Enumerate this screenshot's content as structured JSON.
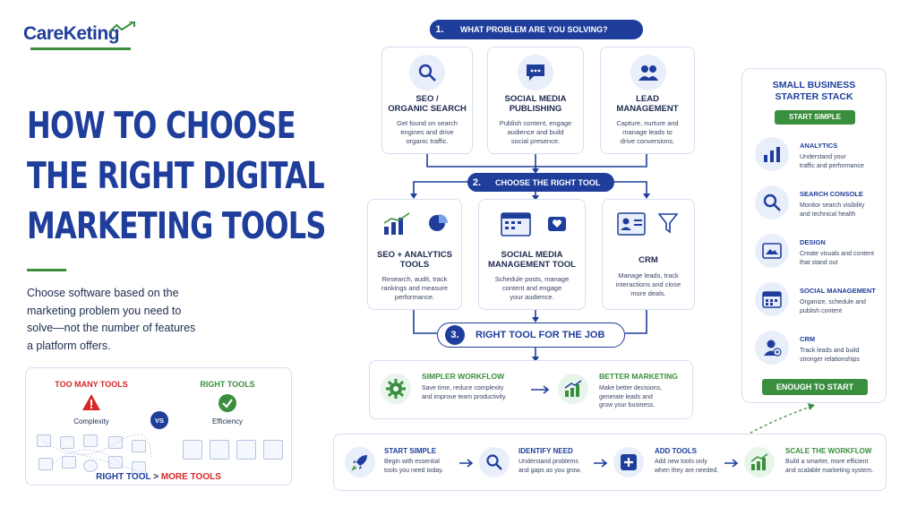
{
  "brand": {
    "name": "CareKeting"
  },
  "headline": {
    "lines": [
      "HOW TO CHOOSE",
      "THE RIGHT DIGITAL",
      "MARKETING TOOLS"
    ],
    "subtext_lines": [
      "Choose software based on the",
      "marketing problem you need to",
      "solve—not the number of features",
      "a platform offers."
    ]
  },
  "comparison": {
    "left_title": "TOO MANY TOOLS",
    "left_label": "Complexity",
    "vs": "VS",
    "right_title": "RIGHT TOOLS",
    "right_label": "Efficiency",
    "footer_left": "RIGHT TOOL",
    "footer_op": ">",
    "footer_right": "MORE TOOLS"
  },
  "step1": {
    "number": "1.",
    "label": "WHAT PROBLEM ARE YOU SOLVING?",
    "cards": [
      {
        "title_lines": [
          "SEO /",
          "ORGANIC SEARCH"
        ],
        "desc_lines": [
          "Get found on search",
          "engines and drive",
          "organic traffic."
        ],
        "icon": "search-icon"
      },
      {
        "title_lines": [
          "SOCIAL MEDIA",
          "PUBLISHING"
        ],
        "desc_lines": [
          "Publish content, engage",
          "audience and build",
          "social presence."
        ],
        "icon": "chat-bubble-icon"
      },
      {
        "title_lines": [
          "LEAD",
          "MANAGEMENT"
        ],
        "desc_lines": [
          "Capture, nurture and",
          "manage leads to",
          "drive conversions."
        ],
        "icon": "users-icon"
      }
    ]
  },
  "step2": {
    "number": "2.",
    "label": "CHOOSE THE RIGHT TOOL",
    "cards": [
      {
        "title_lines": [
          "SEO + ANALYTICS",
          "TOOLS"
        ],
        "desc_lines": [
          "Research, audit, track",
          "rankings and measure",
          "performance."
        ]
      },
      {
        "title_lines": [
          "SOCIAL MEDIA",
          "MANAGEMENT TOOL"
        ],
        "desc_lines": [
          "Schedule posts, manage",
          "content and engage",
          "your audience."
        ]
      },
      {
        "title_lines": [
          "CRM"
        ],
        "desc_lines": [
          "Manage leads, track",
          "interactions and close",
          "more deals."
        ]
      }
    ]
  },
  "step3": {
    "number": "3.",
    "label": "RIGHT TOOL FOR THE JOB",
    "left_title": "SIMPLER WORKFLOW",
    "left_desc_lines": [
      "Save time, reduce complexity",
      "and improve team productivity."
    ],
    "right_title": "BETTER MARKETING",
    "right_desc_lines": [
      "Make better decisions,",
      "generate leads and",
      "grow your business."
    ]
  },
  "steps_bar": [
    {
      "title": "START SIMPLE",
      "desc_lines": [
        "Begin with essential",
        "tools you need today."
      ]
    },
    {
      "title": "IDENTIFY NEED",
      "desc_lines": [
        "Understand problems",
        "and gaps as you grow."
      ]
    },
    {
      "title": "ADD TOOLS",
      "desc_lines": [
        "Add new tools only",
        "when they are needed."
      ]
    },
    {
      "title": "SCALE THE WORKFLOW",
      "desc_lines": [
        "Build a smarter, more efficient",
        "and scalable marketing system."
      ]
    }
  ],
  "stack": {
    "title_lines": [
      "SMALL BUSINESS",
      "STARTER STACK"
    ],
    "badge_top": "START SIMPLE",
    "badge_bottom": "ENOUGH TO START",
    "items": [
      {
        "title": "ANALYTICS",
        "desc_lines": [
          "Understand your",
          "traffic and performance"
        ]
      },
      {
        "title": "SEARCH CONSOLE",
        "desc_lines": [
          "Monitor search visibility",
          "and technical health"
        ]
      },
      {
        "title": "DESIGN",
        "desc_lines": [
          "Create visuals and content",
          "that stand out"
        ]
      },
      {
        "title": "SOCIAL MANAGEMENT",
        "desc_lines": [
          "Organize, schedule and",
          "publish content"
        ]
      },
      {
        "title": "CRM",
        "desc_lines": [
          "Track leads and build",
          "stronger relationships"
        ]
      }
    ]
  },
  "colors": {
    "navy": "#1f3e9c",
    "red": "#d62828",
    "green": "#3a8f3e",
    "border": "#d6def0"
  }
}
